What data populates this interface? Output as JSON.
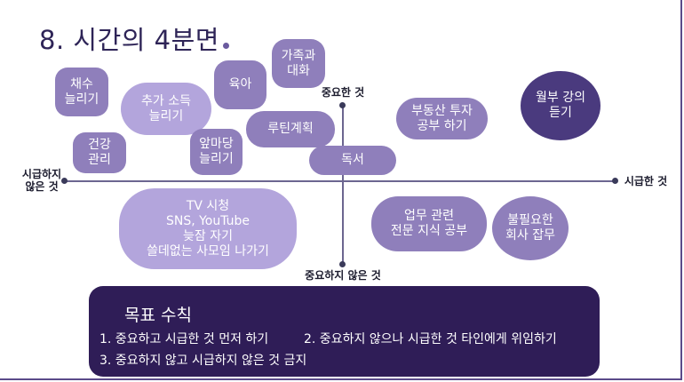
{
  "title": "8. 시간의 4분면",
  "axes": {
    "top": "중요한 것",
    "bottom": "중요하지 않은 것",
    "left": "시급하지\n않은 것",
    "right": "시급한 것"
  },
  "bubbles": {
    "raise_salary": "채수\n늘리기",
    "add_income": "추가 소득\n늘리기",
    "parenting": "육아",
    "family_talk": "가족과\n대화",
    "health": "건강\n관리",
    "side_job": "앞마당\n늘리기",
    "routine": "루틴계획",
    "reading": "독서",
    "realestate": "부동산 투자\n공부 하기",
    "monthly_lecture": "월부 강의\n듣기",
    "waste": "TV 시청\nSNS, YouTube\n늦잠 자기\n쓸데없는 사모임 나가기",
    "work_study": "업무 관련\n전문 지식 공부",
    "chores": "불필요한\n회사 잡무"
  },
  "goals": {
    "title": "목표 수칙",
    "rule1": "1.  중요하고 시급한 것 먼저 하기",
    "rule2": "2. 중요하지 않으나 시급한 것 타인에게 위임하기",
    "rule3": "3. 중요하지 않고 시급하지 않은 것 금지"
  },
  "colors": {
    "title": "#2e2457",
    "bubble_mid": "#8f7fbb",
    "bubble_light": "#b3a5dc",
    "bubble_dark": "#4a3a7e",
    "goals_bg": "#2f1d57"
  }
}
